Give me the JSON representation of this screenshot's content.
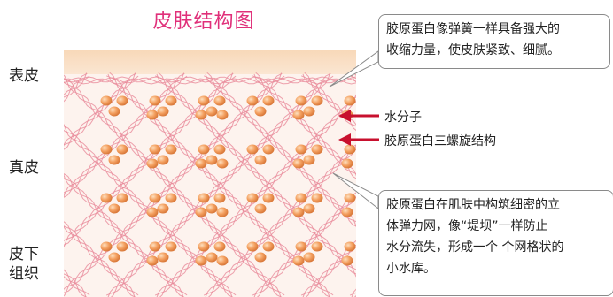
{
  "title": "皮肤结构图",
  "layers": {
    "epidermis": "表皮",
    "dermis": "真皮",
    "subcutaneous_line1": "皮下",
    "subcutaneous_line2": "组织"
  },
  "callouts": {
    "top_line1": "胶原蛋白像弹簧一样具备强大的",
    "top_line2": "收缩力量，使皮肤紧致、细腻。",
    "bottom_line1": "胶原蛋白在肌肤中构筑细密的立",
    "bottom_line2": "体弹力网，像“堤坝”一样防止",
    "bottom_line3": "水分流失，形成一个 个网格状的",
    "bottom_line4": "小水库。"
  },
  "arrow_labels": {
    "water_molecule": "水分子",
    "collagen_helix": "胶原蛋白三螺旋结构"
  },
  "colors": {
    "title": "#e0307a",
    "arrow": "#c8102e",
    "skin_band": "#f6c8a8",
    "helix": "#e88a9a",
    "droplet": "#f0a060"
  }
}
